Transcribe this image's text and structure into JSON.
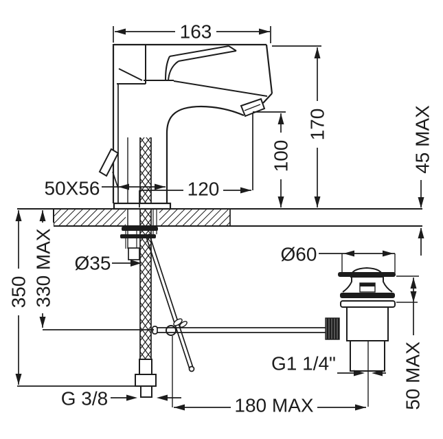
{
  "drawing": {
    "dimensions": {
      "spout_width": "163",
      "total_height": "170",
      "deck_thickness_max": "45 MAX",
      "spout_height": "100",
      "spout_reach": "120",
      "base_footprint": "50X56",
      "mounting_hole_diameter": "Ø35",
      "rod_depth_max": "330 MAX",
      "hose_depth": "350",
      "waste_flange_diameter": "Ø60",
      "waste_thread": "G1 1/4\"",
      "basin_thickness_max": "50 MAX",
      "supply_thread": "G 3/8",
      "rod_horizontal_max": "180 MAX"
    },
    "line_color": "#1c1c1c",
    "background_color": "#ffffff"
  }
}
